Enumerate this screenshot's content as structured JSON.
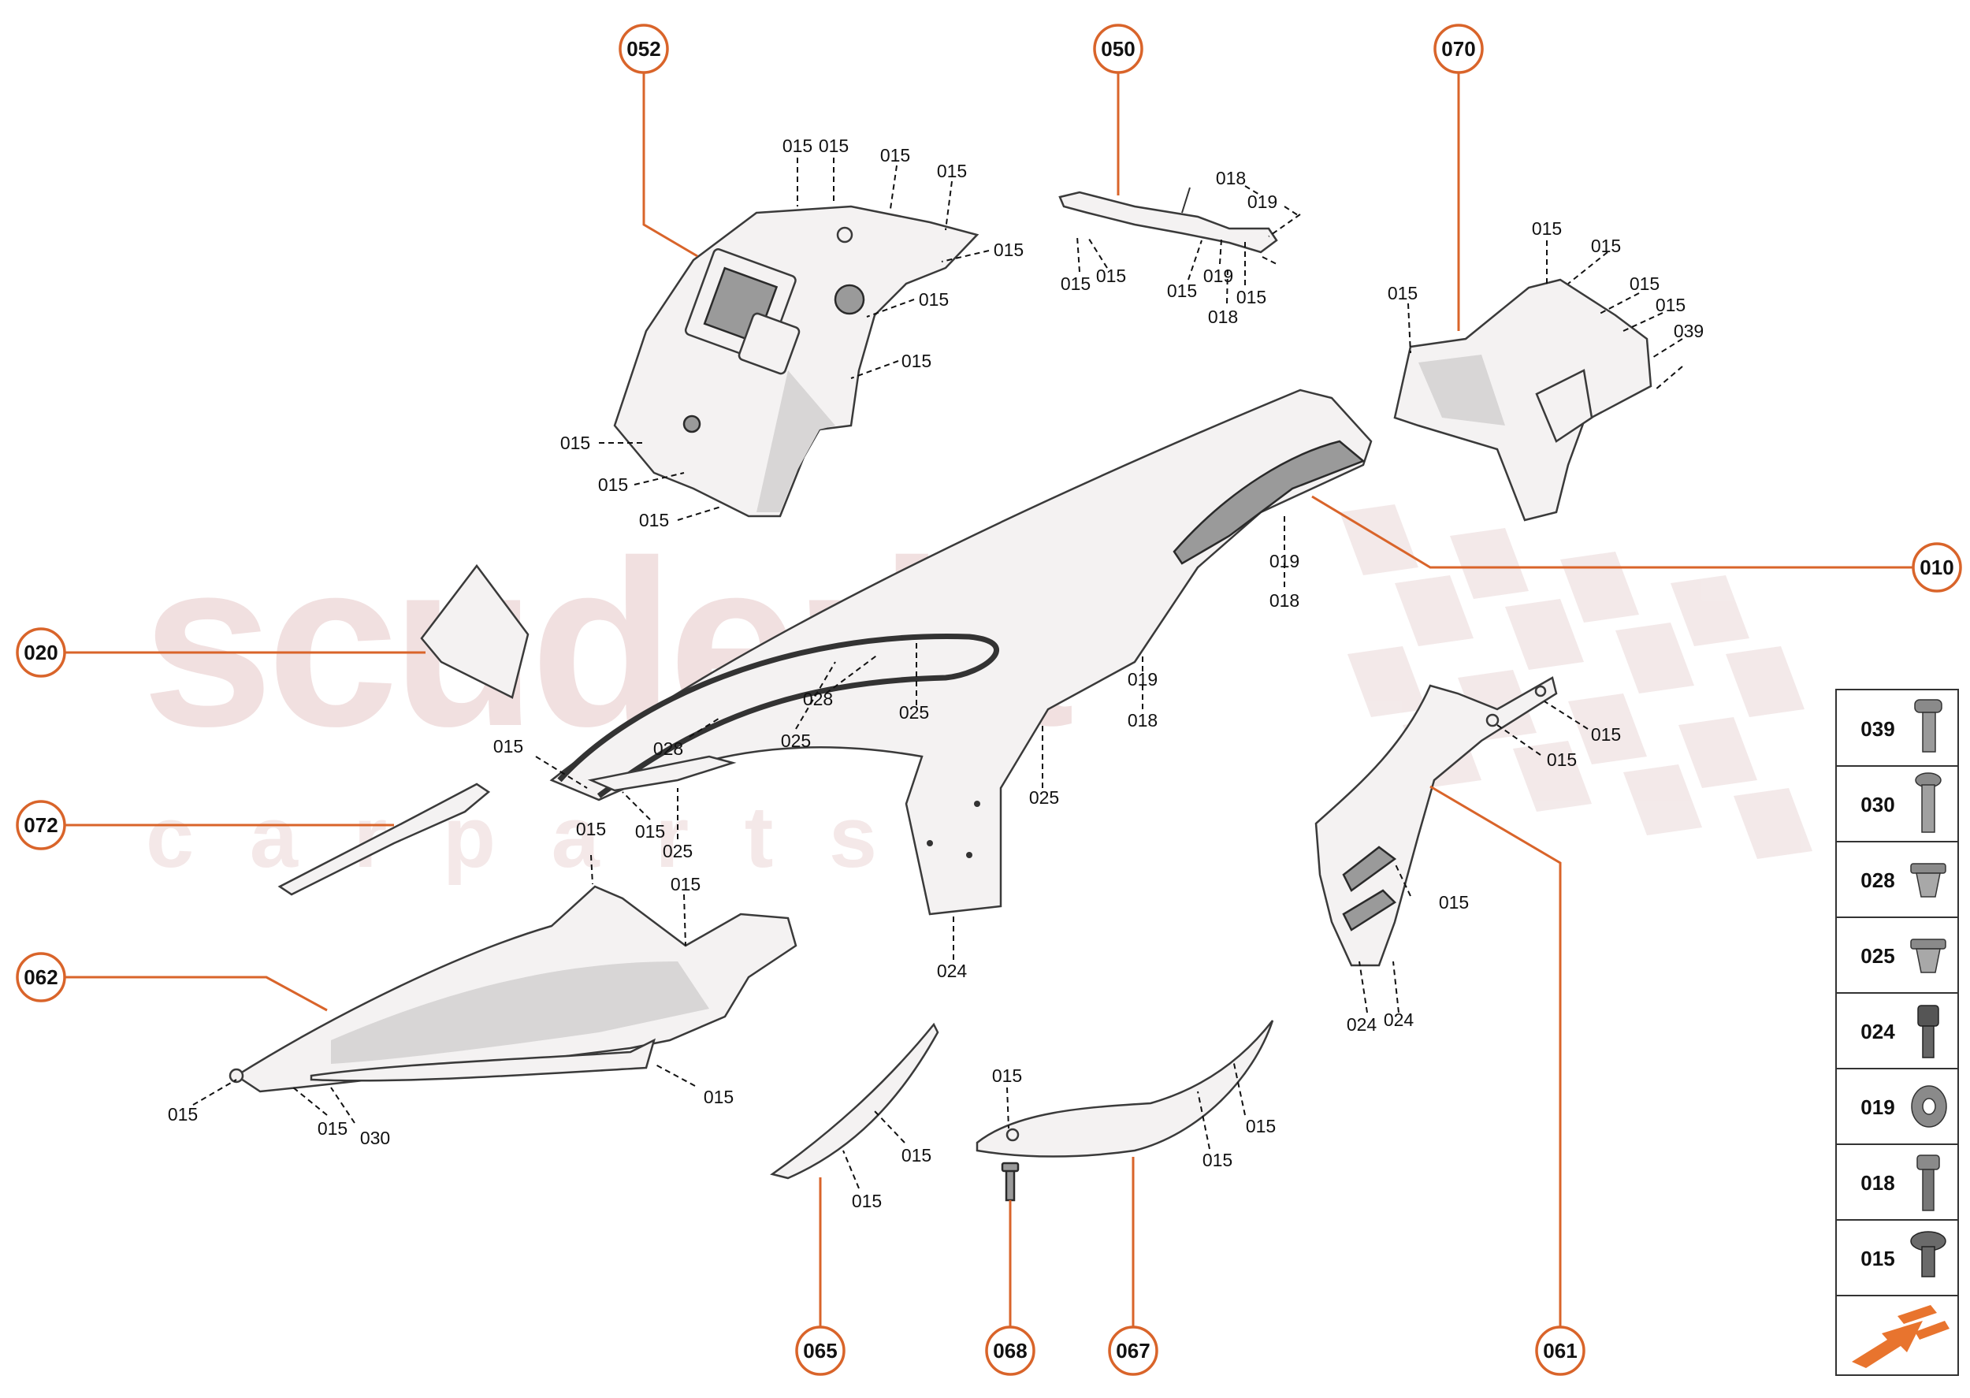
{
  "watermark": {
    "brand": "scuderia",
    "tagline": "c a r p a r t s"
  },
  "callouts": [
    {
      "id": "052",
      "label": "052"
    },
    {
      "id": "050",
      "label": "050"
    },
    {
      "id": "070",
      "label": "070"
    },
    {
      "id": "010",
      "label": "010"
    },
    {
      "id": "020",
      "label": "020"
    },
    {
      "id": "072",
      "label": "072"
    },
    {
      "id": "062",
      "label": "062"
    },
    {
      "id": "065",
      "label": "065"
    },
    {
      "id": "068",
      "label": "068"
    },
    {
      "id": "067",
      "label": "067"
    },
    {
      "id": "061",
      "label": "061"
    }
  ],
  "part_labels": [
    "015",
    "015",
    "015",
    "015",
    "015",
    "015",
    "015",
    "015",
    "015",
    "015",
    "018",
    "019",
    "015",
    "015",
    "015",
    "019",
    "015",
    "018",
    "015",
    "015",
    "015",
    "015",
    "015",
    "039",
    "019",
    "018",
    "019",
    "018",
    "028",
    "028",
    "025",
    "025",
    "025",
    "015",
    "015",
    "025",
    "024",
    "015",
    "015",
    "015",
    "015",
    "015",
    "030",
    "015",
    "015",
    "015",
    "015",
    "015",
    "015",
    "015",
    "015",
    "024",
    "024"
  ],
  "legend": [
    {
      "code": "039",
      "icon": "hex-flange-bolt-icon"
    },
    {
      "code": "030",
      "icon": "long-screw-icon"
    },
    {
      "code": "028",
      "icon": "clip-nut-icon"
    },
    {
      "code": "025",
      "icon": "clip-nut-icon"
    },
    {
      "code": "024",
      "icon": "socket-cap-screw-icon"
    },
    {
      "code": "019",
      "icon": "washer-icon"
    },
    {
      "code": "018",
      "icon": "hex-bolt-icon"
    },
    {
      "code": "015",
      "icon": "flange-screw-icon"
    }
  ],
  "legend_footer_icon": "next-page-arrow-icon",
  "colors": {
    "accent": "#d9642a",
    "watermark": "#e9cfcf",
    "line": "#111111"
  }
}
